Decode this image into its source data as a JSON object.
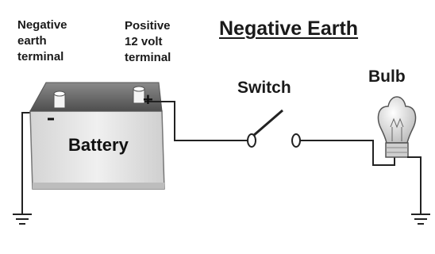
{
  "title": "Negative Earth",
  "negative_label": [
    "Negative",
    "earth",
    "terminal"
  ],
  "positive_label": [
    "Positive",
    "12 volt",
    "terminal"
  ],
  "battery_label": "Battery",
  "switch_label": "Switch",
  "bulb_label": "Bulb",
  "plus_symbol": "+",
  "minus_symbol": "−",
  "colors": {
    "background": "#ffffff",
    "text": "#1a1a1a",
    "wire": "#222222",
    "battery_body": "#e9e9e9",
    "battery_top": "#6b6b6b",
    "terminal_white": "#f2f2f2"
  }
}
